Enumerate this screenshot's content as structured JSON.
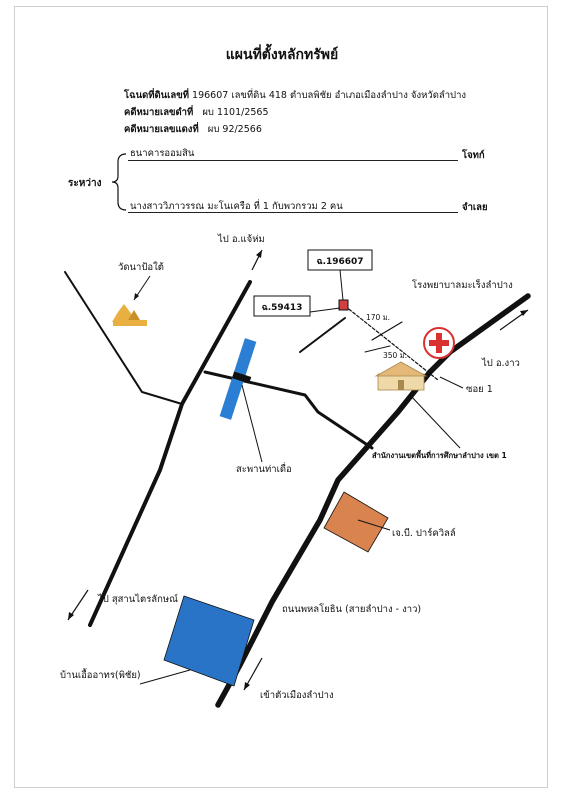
{
  "document": {
    "title": "แผนที่ตั้งหลักทรัพย์",
    "deed_line": {
      "label": "โฉนดที่ดินเลขที่",
      "value": "196607 เลขที่ดิน 418 ตำบลพิชัย อำเภอเมืองลำปาง จังหวัดลำปาง"
    },
    "black_case": {
      "label": "คดีหมายเลขดำที่",
      "value": "ผบ 1101/2565"
    },
    "red_case": {
      "label": "คดีหมายเลขแดงที่",
      "value": "ผบ 92/2566"
    },
    "between_label": "ระหว่าง",
    "plaintiff": {
      "name": "ธนาคารออมสิน",
      "role": "โจทก์"
    },
    "defendant": {
      "name": "นางสาววิภาวรรณ  มะโนเครือ  ที่  1  กับพวกรวม  2  คน",
      "role": "จำเลย"
    }
  },
  "map": {
    "labels": {
      "to_chae_hom": "ไป อ.แจ้ห่ม",
      "temple": "วัดนาป้อใต้",
      "deed_main": "ฉ.196607",
      "deed_near": "ฉ.59413",
      "dist_170": "170 ม.",
      "dist_350": "350 ม.",
      "hospital": "โรงพยาบาลมะเร็งลำปาง",
      "to_ngao": "ไป อ.งาว",
      "soi": "ซอย 1",
      "bridge": "สะพานท่าเดื่อ",
      "edu_office": "สำนักงานเขตพื้นที่การศึกษาลำปาง เขต 1",
      "jp_park": "เจ.บี. ปาร์ควิลล์",
      "to_cemetery": "ไป สุสานไตรลักษณ์",
      "main_road": "ถนนพหลโยธิน (สายลำปาง - งาว)",
      "baan_uea": "บ้านเอื้ออาทร(พิชัย)",
      "to_city": "เข้าตัวเมืองลำปาง"
    },
    "icons": [
      "temple-icon",
      "hospital-cross-icon",
      "school-building-icon",
      "north-arrow-icon"
    ],
    "colors": {
      "road": "#111111",
      "bridge_river": "#2a7fd4",
      "jp_park_fill": "#d9834f",
      "baan_uea_fill": "#2a74c8",
      "hospital_red": "#d93030",
      "subject_plot": "#d04040"
    }
  }
}
